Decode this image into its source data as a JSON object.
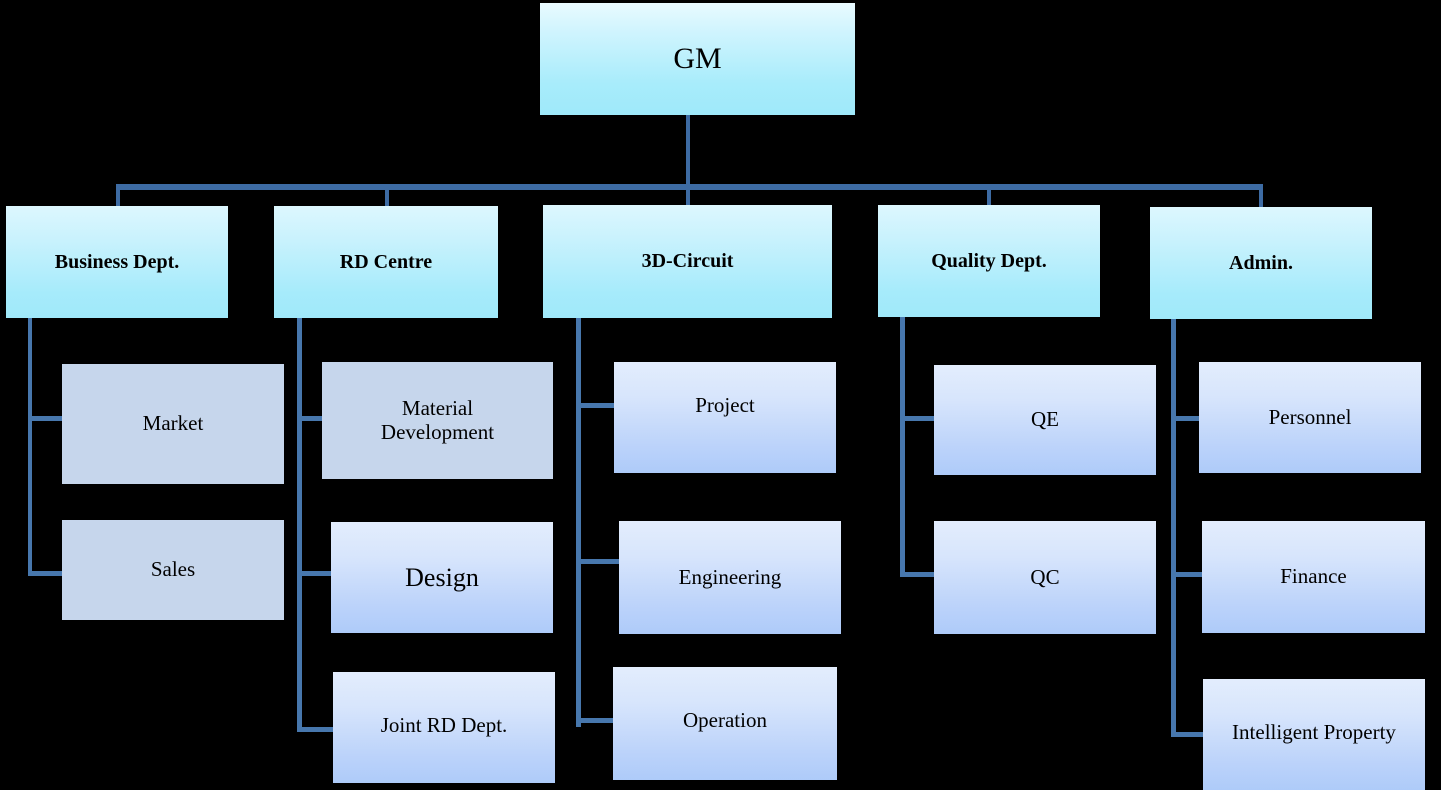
{
  "chart": {
    "type": "org-chart",
    "title": "GM",
    "background_color": "#000000",
    "connector_color": "#4777ad",
    "root": {
      "label": "GM",
      "style": "top"
    },
    "departments": [
      {
        "label": "Business Dept.",
        "children": [
          {
            "label": "Market",
            "style": "flat"
          },
          {
            "label": "Sales",
            "style": "flat"
          }
        ]
      },
      {
        "label": "RD Centre",
        "children": [
          {
            "label": "Material Development",
            "style": "flat"
          },
          {
            "label": "Design",
            "style": "grad"
          },
          {
            "label": "Joint RD Dept.",
            "style": "grad"
          }
        ]
      },
      {
        "label": "3D-Circuit",
        "children": [
          {
            "label": "Project",
            "style": "grad"
          },
          {
            "label": "Engineering",
            "style": "grad"
          },
          {
            "label": "Operation",
            "style": "grad"
          }
        ]
      },
      {
        "label": "Quality Dept.",
        "children": [
          {
            "label": "QE",
            "style": "grad"
          },
          {
            "label": "QC",
            "style": "grad"
          }
        ]
      },
      {
        "label": "Admin.",
        "children": [
          {
            "label": "Personnel",
            "style": "grad"
          },
          {
            "label": "Finance",
            "style": "grad"
          },
          {
            "label": "Intelligent Property",
            "style": "grad"
          }
        ]
      }
    ]
  }
}
